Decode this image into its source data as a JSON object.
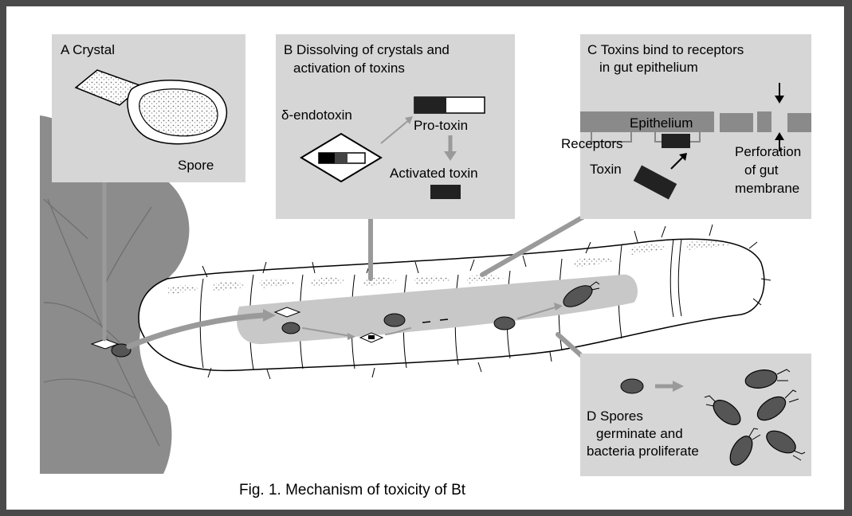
{
  "figure": {
    "caption": "Fig. 1.  Mechanism of toxicity of Bt"
  },
  "panel_a": {
    "title": "A  Crystal",
    "spore_label": "Spore"
  },
  "panel_b": {
    "title_line1": "B Dissolving of crystals and",
    "title_line2": "activation of toxins",
    "endotoxin_label": "δ-endotoxin",
    "protoxin_label": "Pro-toxin",
    "activated_label": "Activated toxin"
  },
  "panel_c": {
    "title_line1": "C  Toxins bind to receptors",
    "title_line2": "in gut epithelium",
    "epithelium_label": "Epithelium",
    "receptors_label": "Receptors",
    "toxin_label": "Toxin",
    "perforation_line1": "Perforation",
    "perforation_line2": "of gut",
    "perforation_line3": "membrane"
  },
  "panel_d": {
    "title_line1": "D Spores",
    "title_line2": "germinate and",
    "title_line3": "bacteria proliferate"
  },
  "colors": {
    "panel_bg": "#d6d6d6",
    "arrow": "#9a9a9a",
    "leaf": "#8c8c8c",
    "epithelium": "#8a8a8a",
    "spore": "#555555",
    "frame": "#4a4a4a"
  }
}
